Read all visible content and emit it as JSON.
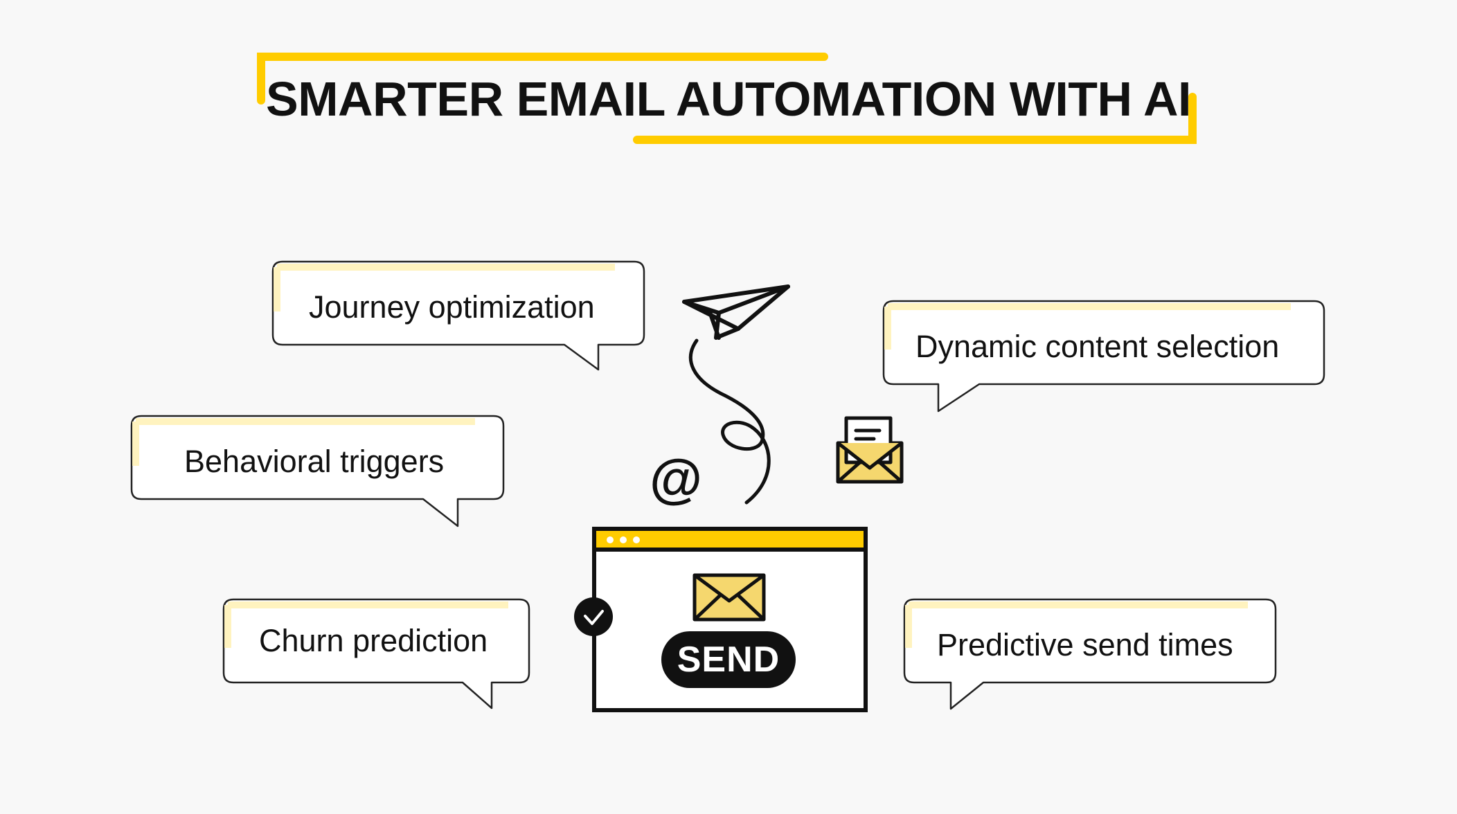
{
  "title": "SMARTER EMAIL AUTOMATION WITH AI",
  "bubbles": {
    "journey": "Journey optimization",
    "dynamic": "Dynamic content selection",
    "behavioral": "Behavioral triggers",
    "churn": "Churn prediction",
    "predictive": "Predictive send times"
  },
  "window": {
    "send_label": "SEND"
  },
  "icons": {
    "at_symbol": "@"
  },
  "colors": {
    "accent": "#ffcc00",
    "accent_soft": "#fff6cc",
    "ink": "#111111",
    "background": "#f8f8f8"
  }
}
